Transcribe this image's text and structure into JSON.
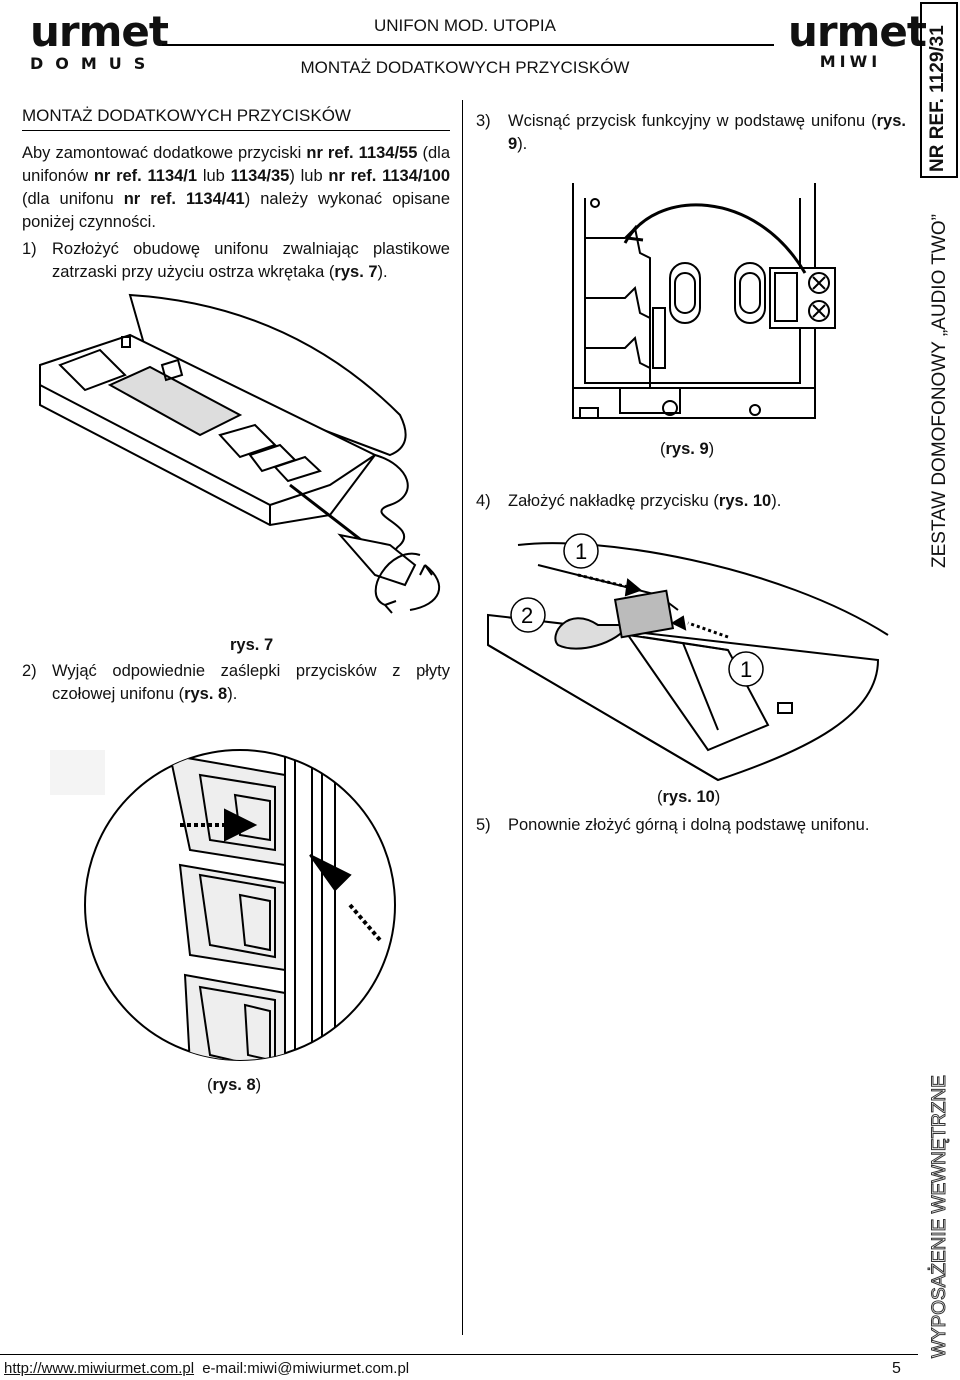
{
  "header": {
    "left_logo": "urmet",
    "left_logo_sub": "DOMUS",
    "right_logo": "urmet",
    "right_logo_sub": "MIWI",
    "product_title": "UNIFON MOD. UTOPIA",
    "section_title": "MONTAŻ DODATKOWYCH PRZYCISKÓW"
  },
  "sidebar": {
    "ref_label": "NR REF. 1129/31",
    "system_label": "ZESTAW DOMOFONOWY „AUDIO TWO”",
    "category_label": "WYPOSAŻENIE WEWNĘTRZNE"
  },
  "left_column": {
    "heading": "MONTAŻ DODATKOWYCH PRZYCISKÓW",
    "intro": {
      "t1": "Aby zamontować dodatkowe przyciski ",
      "ref1": "nr ref. 1134/55",
      "t2": " (dla unifonów ",
      "ref2": "nr ref. 1134/1",
      "t3": " lub ",
      "ref3": "1134/35",
      "t4": ") lub ",
      "ref4": "nr ref. 1134/100",
      "t5": " (dla unifonu ",
      "ref5": "nr ref. 1134/41",
      "t6": ") należy wykonać opisane poniżej czynności."
    },
    "step1": {
      "num": "1)",
      "text": "Rozłożyć obudowę unifonu zwalniając plastikowe zatrzaski przy użyciu ostrza wkrętaka (",
      "ref": "rys. 7",
      "end": ")."
    },
    "fig7_caption": "rys. 7",
    "step2": {
      "num": "2)",
      "text": "Wyjąć odpowiednie zaślepki przycisków z płyty czołowej unifonu (",
      "ref": "rys. 8",
      "end": ")."
    },
    "fig8_caption_open": "(",
    "fig8_caption_ref": "rys. 8",
    "fig8_caption_close": ")"
  },
  "right_column": {
    "step3": {
      "num": "3)",
      "text": "Wcisnąć przycisk funkcyjny w podstawę unifonu (",
      "ref": "rys. 9",
      "end": ")."
    },
    "fig9_caption_open": "(",
    "fig9_caption_ref": "rys. 9",
    "fig9_caption_close": ")",
    "step4": {
      "num": "4)",
      "text": "Założyć nakładkę przycisku (",
      "ref": "rys. 10",
      "end": ")."
    },
    "fig10_labels": [
      "1",
      "2",
      "1"
    ],
    "fig10_caption_open": "(",
    "fig10_caption_ref": "rys. 10",
    "fig10_caption_close": ")",
    "step5": {
      "num": "5)",
      "text": "Ponownie złożyć górną i dolną podstawę unifonu."
    }
  },
  "footer": {
    "url": "http://www.miwiurmet.com.pl",
    "email": "e-mail:miwi@miwiurmet.com.pl",
    "page_number": "5"
  }
}
